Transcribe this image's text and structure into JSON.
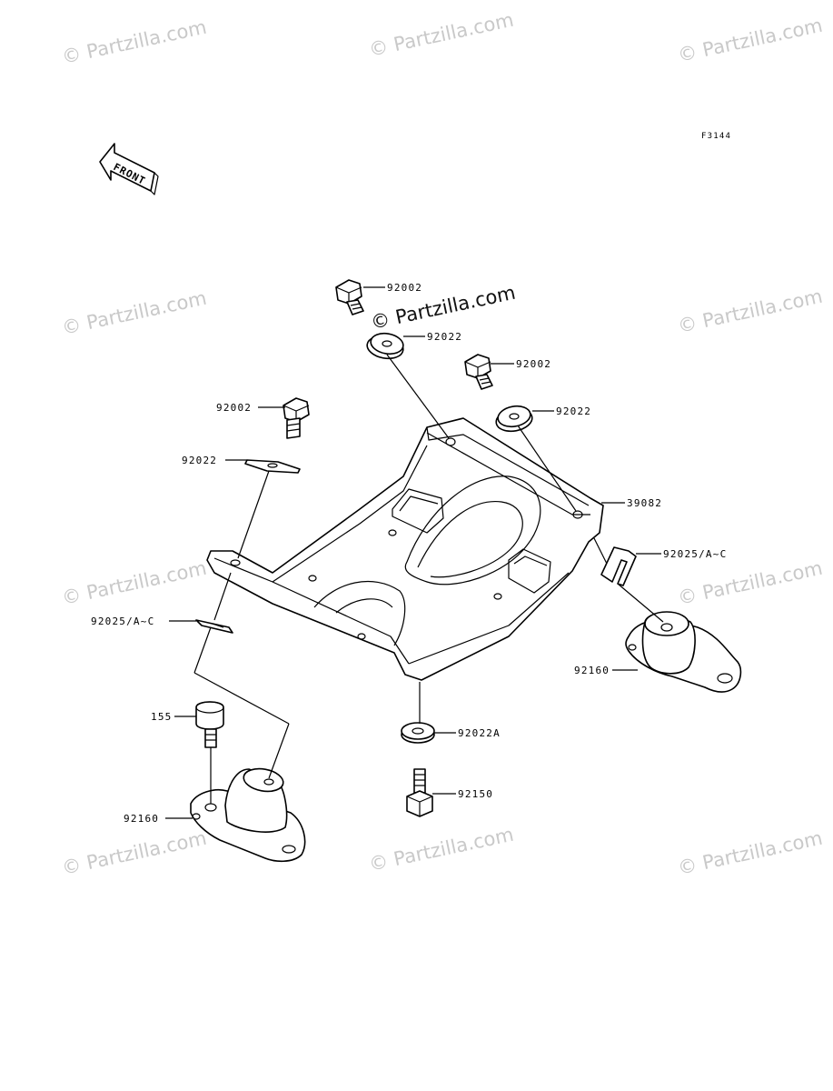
{
  "diagram_code": "F3144",
  "front_label": "FRONT",
  "watermark_text": "© Partzilla.com",
  "watermark_main": "© Partzilla.com",
  "callouts": {
    "bolt_top_left": "92002",
    "washer_top_left": "92022",
    "bolt_top_right": "92002",
    "washer_top_right": "92022",
    "bolt_left": "92002",
    "washer_left": "92022",
    "bracket": "39082",
    "shim_right": "92025/A~C",
    "shim_left": "92025/A~C",
    "mount_right": "92160",
    "bolt_155": "155",
    "washer_bottom": "92022A",
    "bolt_bottom": "92150",
    "mount_left": "92160"
  },
  "colors": {
    "line": "#000000",
    "watermark": "#c9c9c9"
  }
}
